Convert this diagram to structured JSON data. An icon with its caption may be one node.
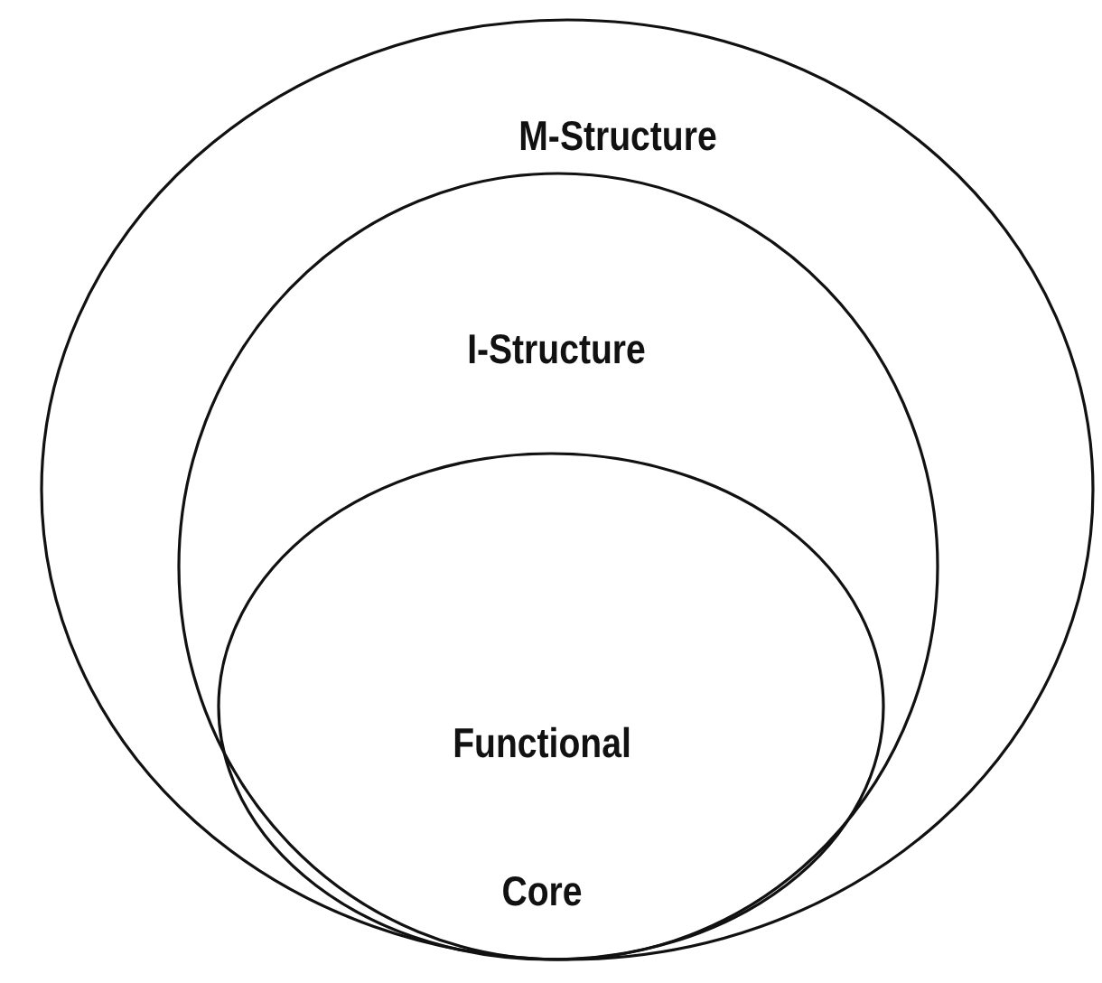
{
  "diagram": {
    "nodes": [
      {
        "text": [
          "M-Structure"
        ]
      },
      {
        "text": [
          "I-Structure"
        ],
        "in": 0
      },
      {
        "text": [
          "Functional Core"
        ],
        "in": 1
      }
    ]
  }
}
